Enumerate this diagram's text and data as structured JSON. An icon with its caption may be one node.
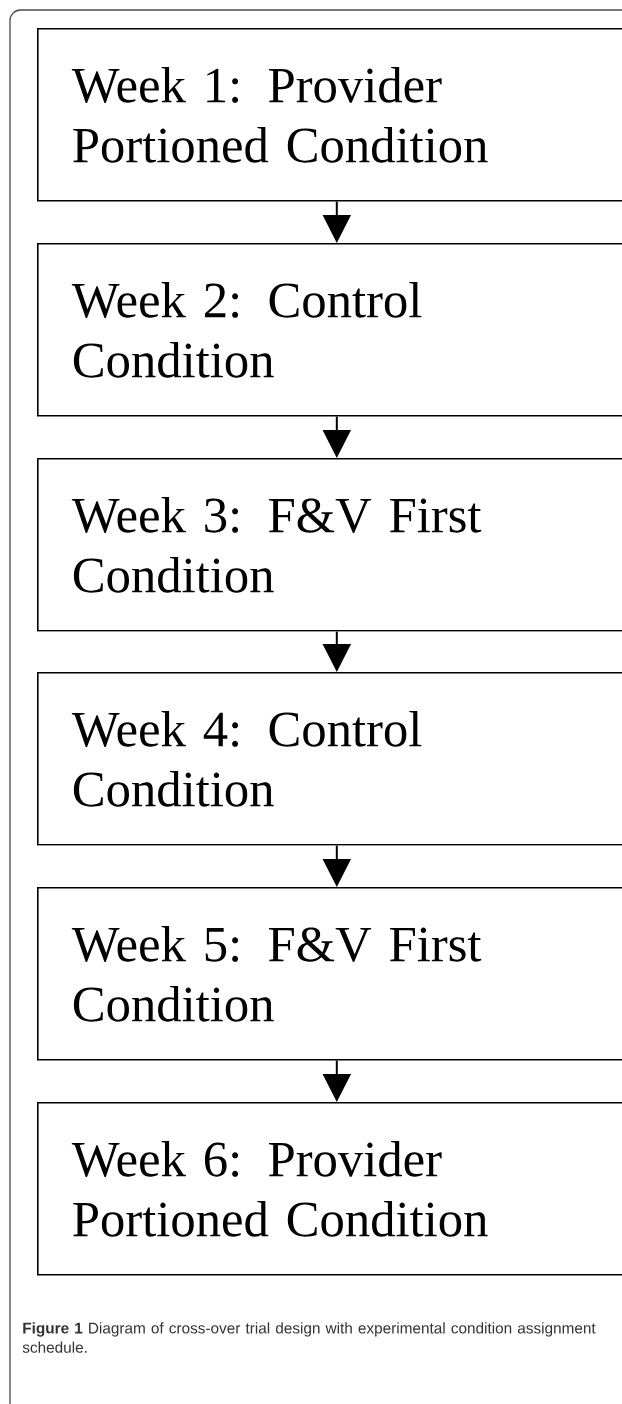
{
  "diagram": {
    "caption": "**Figure 1** Diagram of cross-over trial design with experimental condition assignment schedule.",
    "nodes": [
      {
        "text": [
          "Week 1: Provider Portioned Condition"
        ]
      },
      {
        "text": [
          "Week 2: Control Condition"
        ]
      },
      {
        "text": [
          "Week 3: F&V First Condition"
        ]
      },
      {
        "text": [
          "Week 4: Control Condition"
        ]
      },
      {
        "text": [
          "Week 5: F&V First Condition"
        ]
      },
      {
        "text": [
          "Week 6: Provider Portioned Condition"
        ]
      }
    ],
    "edges": [
      {
        "from": 0,
        "to": 1,
        "arrow": "to"
      },
      {
        "from": 1,
        "to": 2,
        "arrow": "to"
      },
      {
        "from": 2,
        "to": 3,
        "arrow": "to"
      },
      {
        "from": 3,
        "to": 4,
        "arrow": "to"
      },
      {
        "from": 4,
        "to": 5,
        "arrow": "to"
      }
    ]
  }
}
